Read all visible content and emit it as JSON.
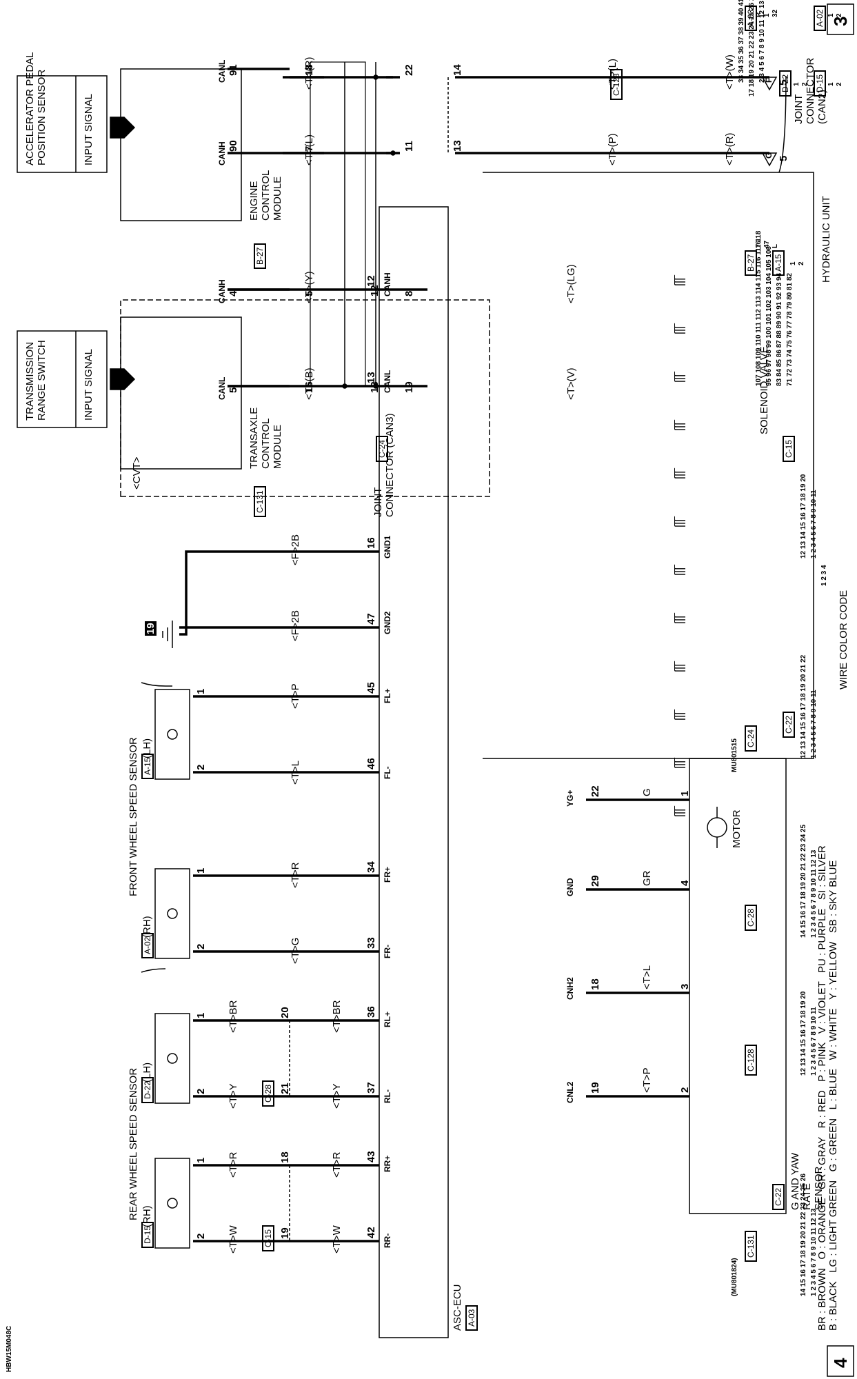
{
  "page_markers": {
    "left": "3",
    "right": "4"
  },
  "code": "HBW15M048C",
  "joint_can2": {
    "title": "JOINT\nCONNECTOR\n(CAN2)",
    "pin_top": "5",
    "pin_top_label": "F",
    "pin_bottom": "5",
    "pin_bottom_label": "G"
  },
  "joint_can3": {
    "title": "JOINT\nCONNECTOR (CAN3)",
    "connector": "C-24"
  },
  "c128": "C-128",
  "wires_top": {
    "w1": "<T>(W)",
    "w2": "<T>(R)",
    "w3": "<T>(L)",
    "w4": "<T>(P)",
    "w5": "<T>(R)",
    "w6": "<T>(L)",
    "w7": "<T>(LG)",
    "w8": "<T>(V)",
    "w9": "<T>(Y)",
    "w10": "<T>(B)"
  },
  "pins_can": {
    "p14": "14",
    "p13": "13",
    "p22": "22",
    "p11": "11",
    "p18": "18",
    "p7": "7",
    "p91": "91",
    "p90": "90",
    "p8": "8",
    "p19": "19",
    "p5a": "5",
    "p16": "16",
    "p4": "4",
    "p5b": "5",
    "p12": "12",
    "p13b": "13"
  },
  "ecm": {
    "title": "ENGINE\nCONTROL\nMODULE",
    "connector": "B-27",
    "canl": "CANL",
    "canh": "CANH",
    "input_label": "INPUT SIGNAL",
    "input_device": "ACCELERATOR PEDAL\nPOSITION SENSOR"
  },
  "tcm": {
    "title": "TRANSAXLE\nCONTROL\nMODULE",
    "connector": "C-131",
    "canh": "CANH",
    "canl": "CANL",
    "input_label": "INPUT SIGNAL",
    "input_device": "TRANSMISSION\nRANGE SWITCH",
    "variant": "<CVT>"
  },
  "hydraulic": {
    "title": "HYDRAULIC UNIT",
    "solenoid": "SOLENOID VALVE",
    "motor": "MOTOR",
    "coil": "ᥬᥬᥬ"
  },
  "ecu": {
    "title": "ASC-ECU",
    "connector": "A-03",
    "pins": [
      {
        "name": "CANH",
        "num": "12"
      },
      {
        "name": "CANL",
        "num": "13"
      },
      {
        "name": "GND1",
        "num": "16"
      },
      {
        "name": "GND2",
        "num": "47"
      },
      {
        "name": "FL+",
        "num": "45"
      },
      {
        "name": "FL-",
        "num": "46"
      },
      {
        "name": "FR+",
        "num": "34"
      },
      {
        "name": "FR-",
        "num": "33"
      },
      {
        "name": "RL+",
        "num": "36"
      },
      {
        "name": "RL-",
        "num": "37"
      },
      {
        "name": "RR+",
        "num": "43"
      },
      {
        "name": "RR-",
        "num": "42"
      }
    ],
    "right_pins": [
      {
        "name": "YG+",
        "num": "22"
      },
      {
        "name": "GND",
        "num": "29"
      },
      {
        "name": "CNH2",
        "num": "18"
      },
      {
        "name": "CNL2",
        "num": "19"
      }
    ]
  },
  "ground": {
    "wire1": "<F>2B",
    "wire2": "<F>2B",
    "symbol": "19"
  },
  "gyaw": {
    "title": "G AND YAW\nRATE\nSENSOR",
    "connector": "C-22",
    "pin1": "1",
    "pin4": "4",
    "pin3": "3",
    "pin2": "2",
    "w1": "G",
    "w2": "GR",
    "w3": "<T>L",
    "w4": "<T>P"
  },
  "front_sensor": {
    "group_label": "FRONT WHEEL SPEED SENSOR",
    "lh": {
      "side": "(LH)",
      "connector": "A-15",
      "pin1": "1",
      "pin2": "2",
      "w1": "<T>P",
      "w2": "<T>L"
    },
    "rh": {
      "side": "(RH)",
      "connector": "A-02",
      "pin1": "1",
      "pin2": "2",
      "w1": "<T>R",
      "w2": "<T>G"
    }
  },
  "rear_sensor": {
    "group_label": "REAR WHEEL SPEED SENSOR",
    "lh": {
      "side": "(LH)",
      "connector": "D-22",
      "pin1": "1",
      "pin2": "2",
      "w1": "<T>BR",
      "w2": "<T>Y",
      "w3": "<T>BR",
      "w4": "<T>Y",
      "j1": "20",
      "j2": "21",
      "jconn": "C-28"
    },
    "rh": {
      "side": "(RH)",
      "connector": "D-15",
      "pin1": "1",
      "pin2": "2",
      "w1": "<T>R",
      "w2": "<T>W",
      "w3": "<T>R",
      "w4": "<T>W",
      "j1": "18",
      "j2": "19",
      "jconn": "C-15"
    }
  },
  "connector_labels": {
    "a02": "A-02",
    "a03": "A-03",
    "d15": "D-15",
    "d22": "D-22",
    "a15": "A-15",
    "b27": "B-27",
    "c15": "C-15",
    "c22": "C-22",
    "c24": "C-24",
    "c28": "C-28",
    "c128": "C-128",
    "c131": "C-131",
    "mu1": "MU801515",
    "mu2": "(MU801824)"
  },
  "connector_pins": {
    "a03_r1": "2 3 4 5 6 7 8 9 10 11 12 13 14 15",
    "a03_r2": "17 18 19 20 21 22 23 24 25 26 27 28 29 30 31",
    "a03_r3": "33 34 35 36 37 38 39 40 41 42 43 44 45 46",
    "a03_side": "R\n1\n32",
    "a03_right": "16\n47\nL",
    "pair": "1\n2",
    "b27_r1": "71 72 73 74 75 76 77 78 79 80 81 82",
    "b27_r2": "83 84 85 86 87 88 89 90 91 92 93 94",
    "b27_r3": "95 96 97 98 99 100 101 102 103 104 105 106",
    "b27_r4": "107 108 109 110 111 112 113 114 115 116 117 118",
    "c15_r1": "1 2 3 4 5 6 7 8 9 10 11",
    "c15_r2": "12 13 14 15 16 17 18 19 20",
    "c22_pins": "1 2 3 4",
    "c24_r1": "1 2 3 4 5 6 7 8 9 10 11",
    "c24_r2": "12 13 14 15 16 17 18 19 20 21 22",
    "c28_r1": "1 2 3 4 5 6 7 8 9 10 11 12 13",
    "c28_r2": "14 15 16 17 18 19 20 21 22 23 24 25",
    "c128_r1": "1 2 3 4 5 6 7 8 9 10 11",
    "c128_r2": "12 13 14 15 16 17 18 19 20",
    "c131_r1": "1 2 3 4 5 6 7 8 9 10 11 12 13",
    "c131_r2": "14 15 16 17 18 19 20 21 22 23 24 25 26"
  },
  "color_code": {
    "title": "WIRE COLOR CODE",
    "line1": "B : BLACK   LG : LIGHT GREEN   G : GREEN   L : BLUE   W : WHITE   Y : YELLOW   SB : SKY BLUE",
    "line2": "BR : BROWN   O : ORANGE   GR : GRAY   R : RED   P : PINK   V : VIOLET   PU : PURPLE   SI : SILVER"
  }
}
